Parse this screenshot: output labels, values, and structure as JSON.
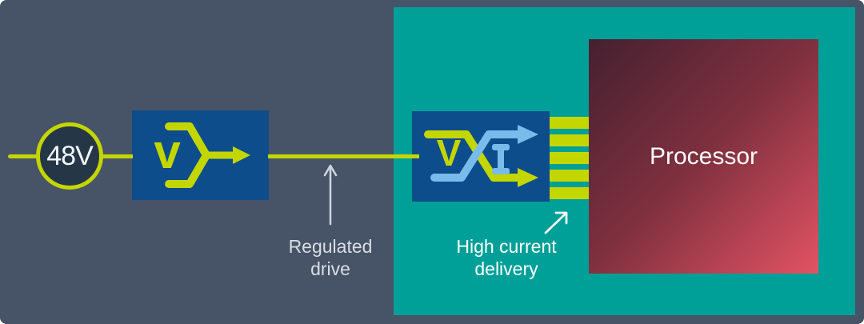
{
  "colors": {
    "background_slate": "#475366",
    "panel_teal": "#00a098",
    "accent_yellow_green": "#c4d600",
    "box_blue": "#0d4d8c",
    "current_light_blue": "#79bbea",
    "processor_gradient_dark": "#452030",
    "processor_gradient_light": "#e25363"
  },
  "source_node": {
    "label": "48V"
  },
  "regulator_box": {
    "voltage_letter": "v"
  },
  "multiplier_box": {
    "voltage_letter": "V",
    "current_letter": "I"
  },
  "processor_box": {
    "label": "Processor"
  },
  "annotations": {
    "regulated_drive": "Regulated\ndrive",
    "high_current_delivery": "High current\ndelivery"
  },
  "stripes": {
    "count": 5
  }
}
